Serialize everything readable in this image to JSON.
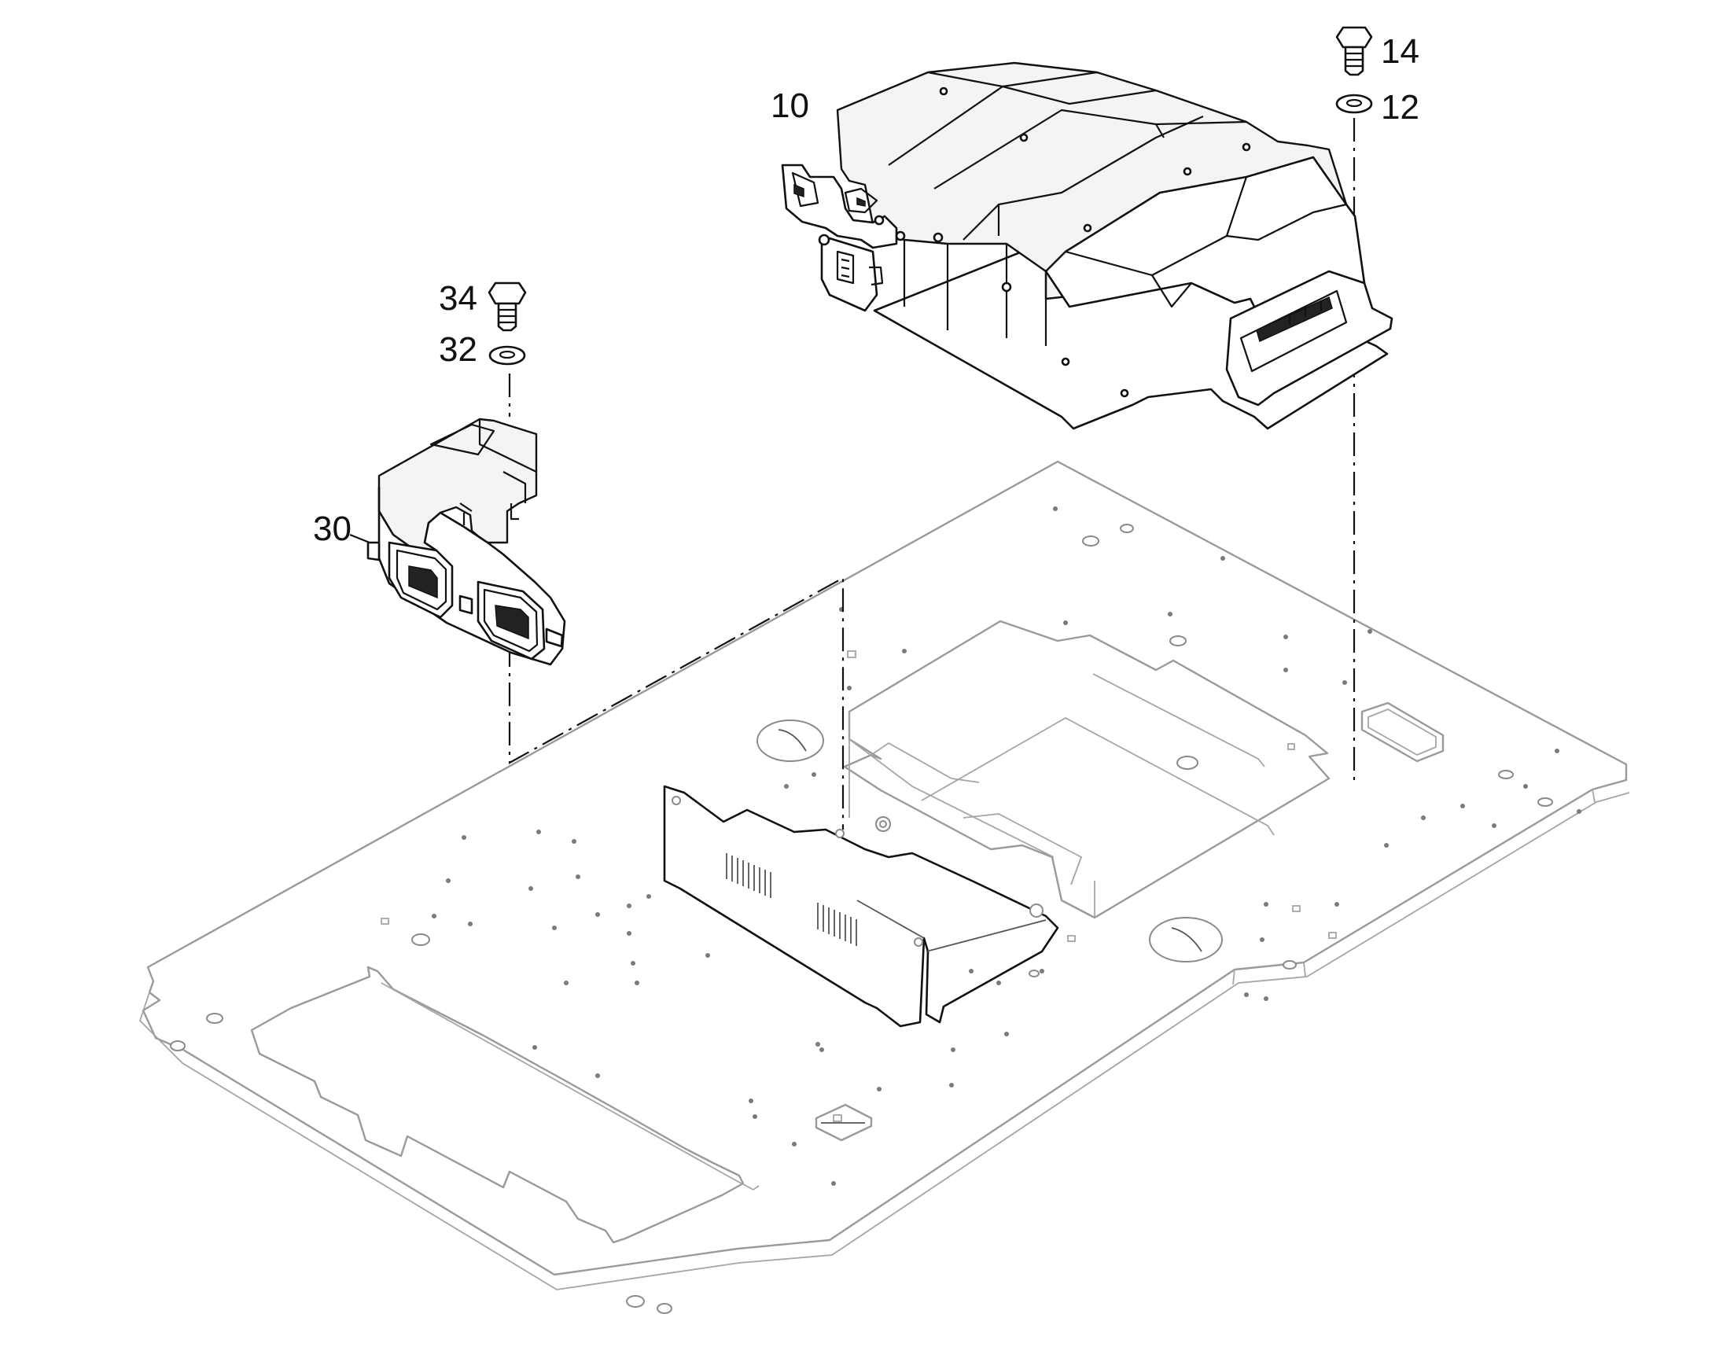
{
  "callouts": {
    "unit": "10",
    "washer_right": "12",
    "bolt_right": "14",
    "duct": "30",
    "washer_left": "32",
    "bolt_left": "34"
  }
}
